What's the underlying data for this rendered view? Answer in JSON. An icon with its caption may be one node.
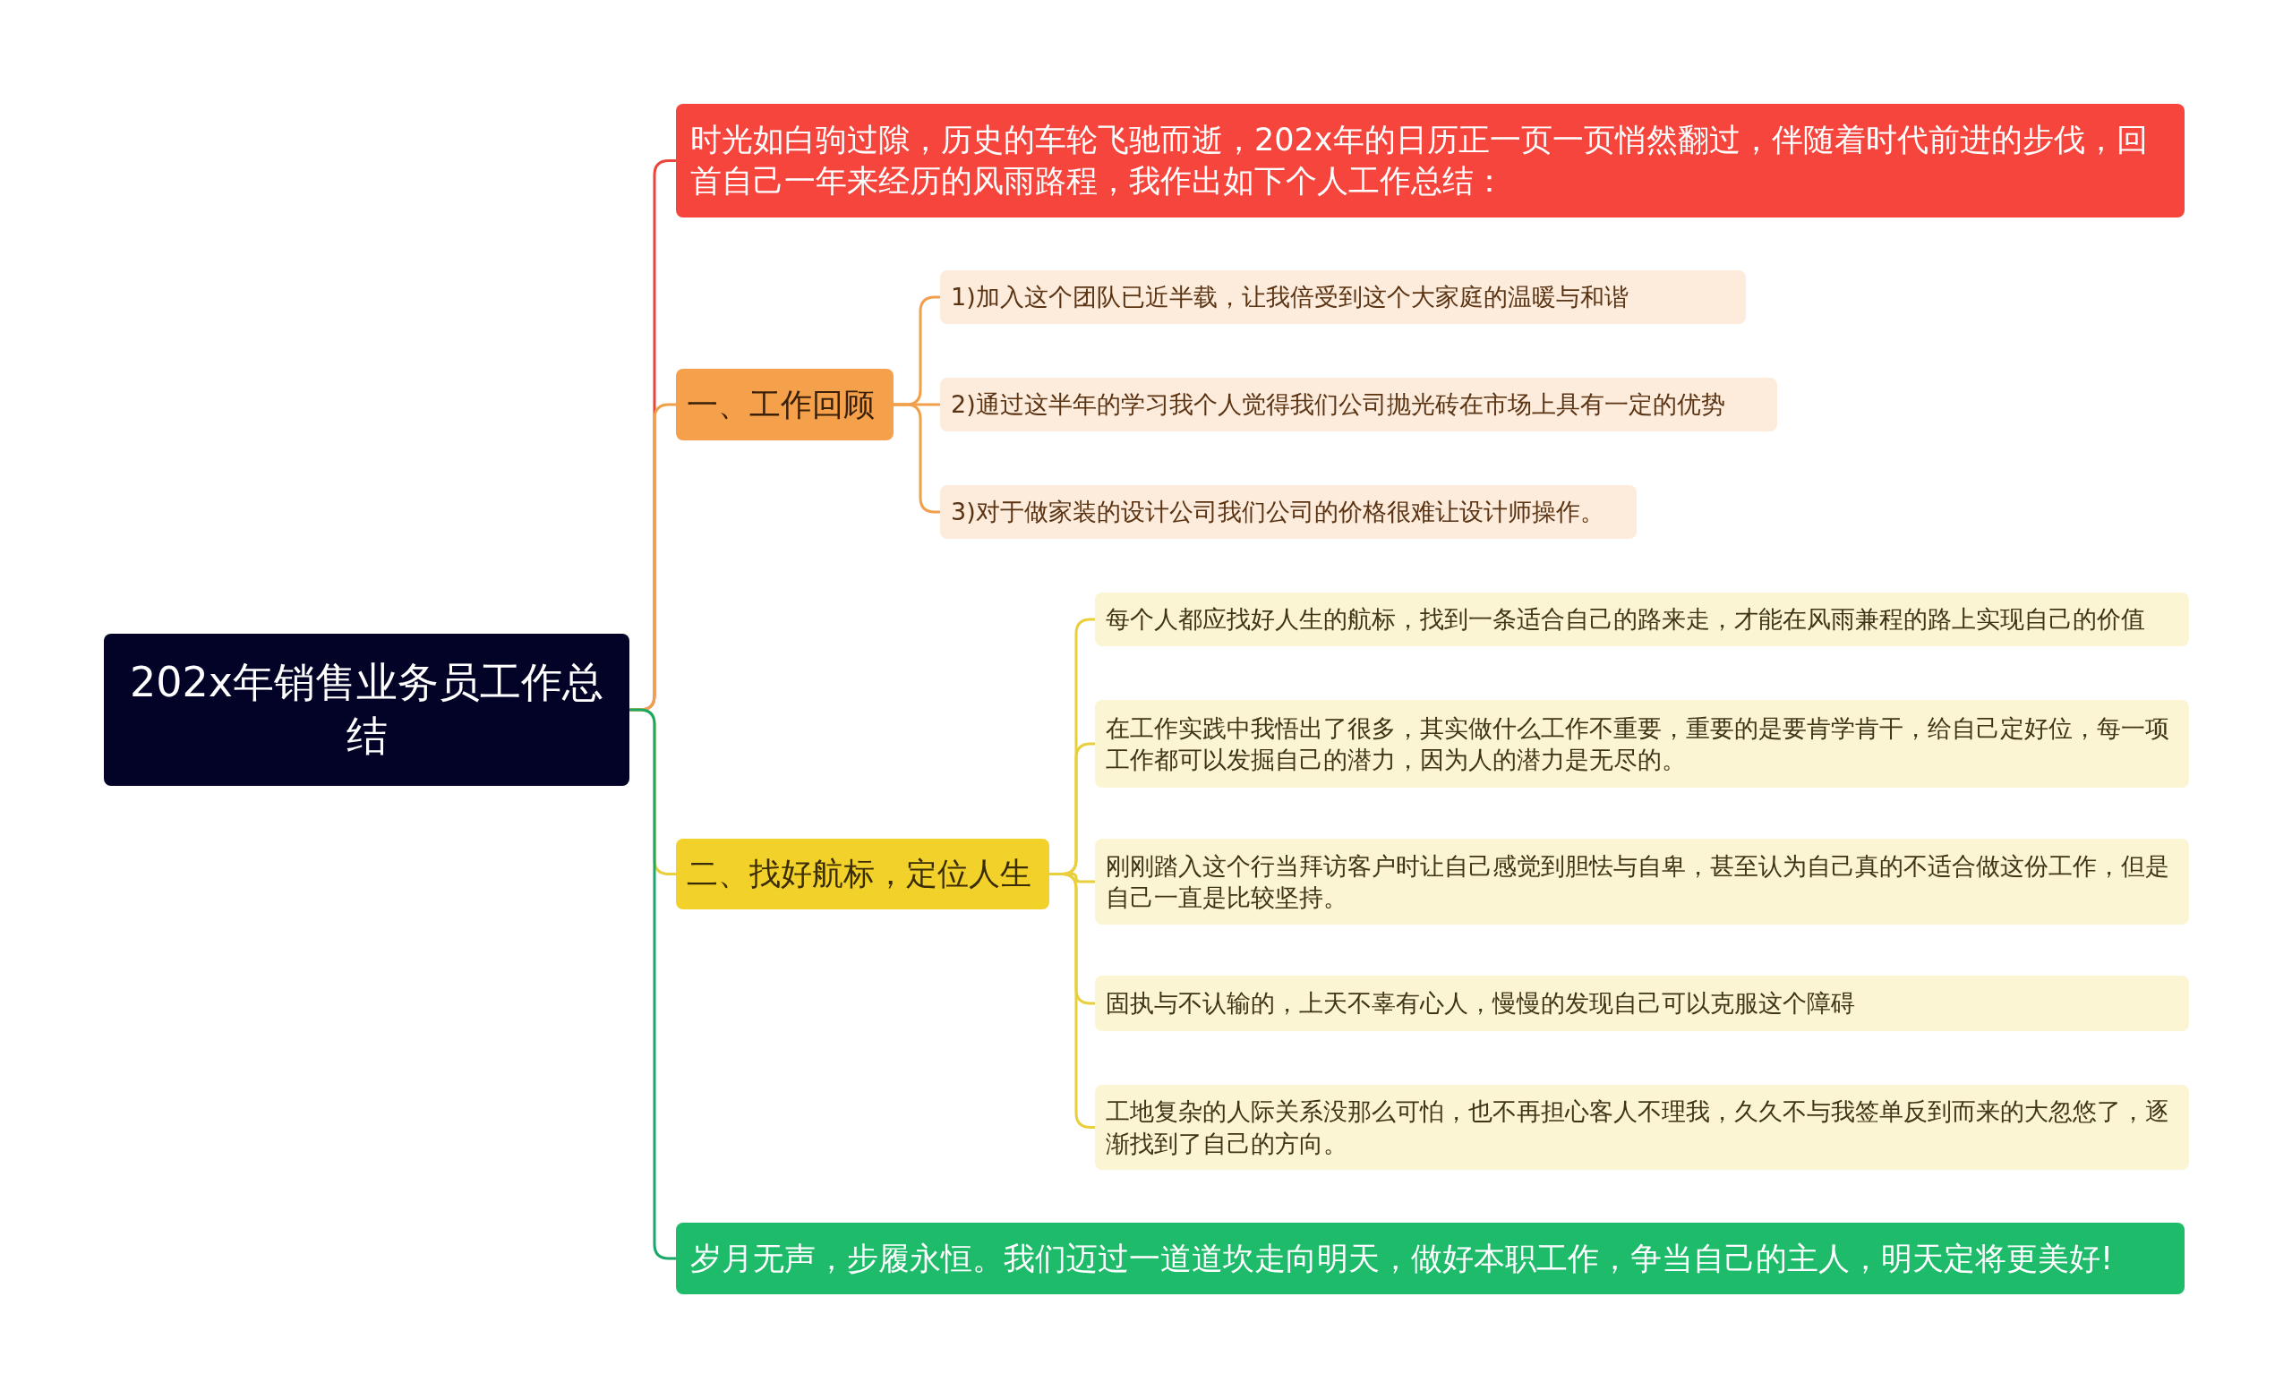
{
  "diagram": {
    "nodes": [
      {
        "text": [
          "202x年销售业务员工作总结"
        ]
      },
      {
        "text": [
          "时光如白驹过隙，历史的车轮飞驰而逝，202x年的日历正一页一页悄然翻过，伴随着时代前进的步伐，回首自己一年来经历的风雨路程，我作出如下个人工作总结："
        ]
      },
      {
        "text": [
          "一、工作回顾"
        ]
      },
      {
        "text": [
          "1)加入这个团队已近半载，让我倍受到这个大家庭的温暖与和谐"
        ]
      },
      {
        "text": [
          "2)通过这半年的学习我个人觉得我们公司抛光砖在市场上具有一定的优势"
        ]
      },
      {
        "text": [
          "3)对于做家装的设计公司我们公司的价格很难让设计师操作。"
        ]
      },
      {
        "text": [
          "二、找好航标，定位人生"
        ]
      },
      {
        "text": [
          "每个人都应找好人生的航标，找到一条适合自己的路来走，才能在风雨兼程的路上实现自己的价值"
        ]
      },
      {
        "text": [
          "在工作实践中我悟出了很多，其实做什么工作不重要，重要的是要肯学肯干，给自己定好位，每一项工作都可以发掘自己的潜力，因为人的潜力是无尽的。"
        ]
      },
      {
        "text": [
          "刚刚踏入这个行当拜访客户时让自己感觉到胆怯与自卑，甚至认为自己真的不适合做这份工作，但是自己一直是比较坚持。"
        ]
      },
      {
        "text": [
          "固执与不认输的，上天不辜有心人，慢慢的发现自己可以克服这个障碍"
        ]
      },
      {
        "text": [
          "工地复杂的人际关系没那么可怕，也不再担心客人不理我，久久不与我签单反到而来的大忽悠了，逐渐找到了自己的方向。"
        ]
      },
      {
        "text": [
          "岁月无声，步履永恒。我们迈过一道道坎走向明天，做好本职工作，争当自己的主人，明天定将更美好!"
        ]
      }
    ],
    "edges": [
      {
        "from": 0,
        "to": 1,
        "arrow": "none",
        "color": "#e8453c"
      },
      {
        "from": 0,
        "to": 2,
        "arrow": "none",
        "color": "#f0a04b"
      },
      {
        "from": 2,
        "to": 3,
        "arrow": "none",
        "color": "#f0a04b"
      },
      {
        "from": 2,
        "to": 4,
        "arrow": "none",
        "color": "#f0a04b"
      },
      {
        "from": 2,
        "to": 5,
        "arrow": "none",
        "color": "#f0a04b"
      },
      {
        "from": 0,
        "to": 6,
        "arrow": "none"
      },
      {
        "from": 6,
        "to": 7,
        "arrow": "none"
      },
      {
        "from": 6,
        "to": 8,
        "arrow": "none"
      },
      {
        "from": 6,
        "to": 9,
        "arrow": "none"
      },
      {
        "from": 6,
        "to": 10,
        "arrow": "none"
      },
      {
        "from": 6,
        "to": 11,
        "arrow": "none"
      },
      {
        "from": 0,
        "to": 12,
        "arrow": "none",
        "color": "#1aa86a"
      }
    ]
  }
}
